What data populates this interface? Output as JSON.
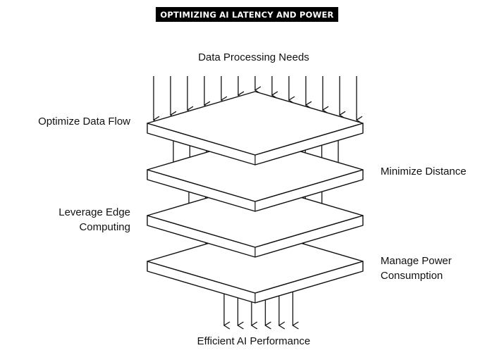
{
  "title": "OPTIMIZING AI LATENCY AND POWER",
  "input_label": "Data Processing Needs",
  "output_label": "Efficient AI Performance",
  "layers": [
    {
      "label": "Optimize Data Flow",
      "side": "left"
    },
    {
      "label": "Minimize Distance",
      "side": "right"
    },
    {
      "label": "Leverage Edge\nComputing",
      "side": "left"
    },
    {
      "label": "Manage Power\nConsumption",
      "side": "right"
    }
  ],
  "colors": {
    "stroke": "#111111",
    "fill": "#ffffff",
    "title_bg": "#000000",
    "title_text": "#ffffff"
  },
  "icons": [
    "down-arrow-icon",
    "layer-plate-icon"
  ]
}
